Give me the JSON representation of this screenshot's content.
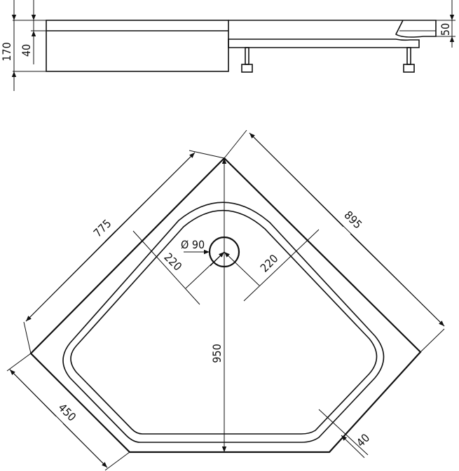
{
  "side_view": {
    "height_total": "170",
    "tray_height": "40",
    "rim_height": "50"
  },
  "plan_view": {
    "side_left": "775",
    "side_right": "895",
    "front_facet": "450",
    "depth_center": "950",
    "drain_diameter": "Ø 90",
    "drain_offset_left": "220",
    "drain_offset_right": "220",
    "rim_width": "40"
  }
}
